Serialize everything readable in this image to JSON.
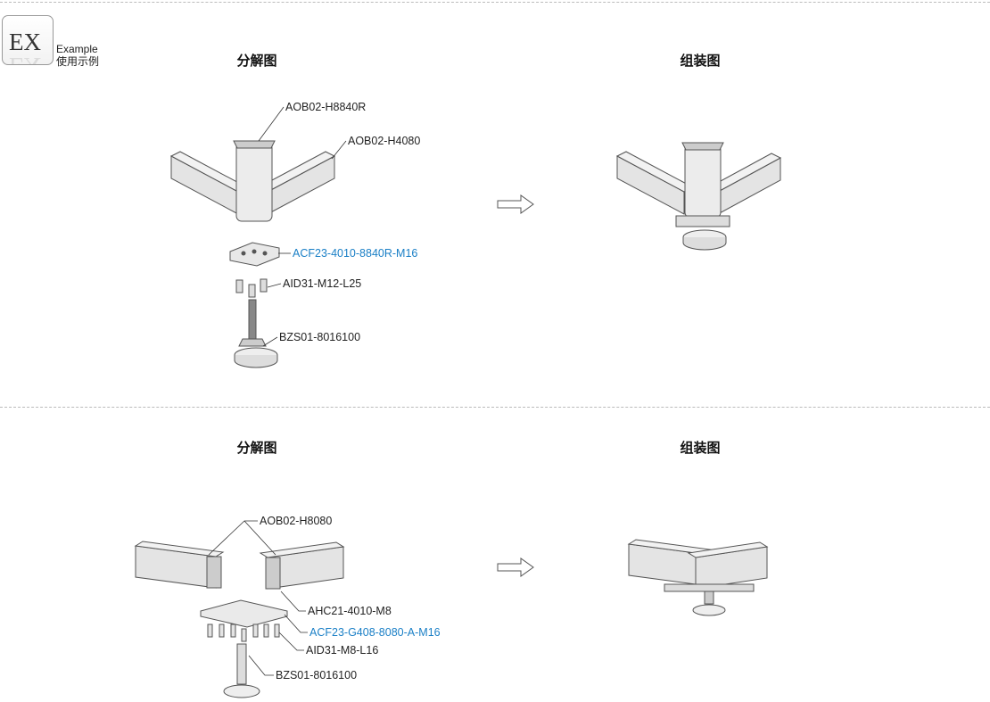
{
  "logo": {
    "text": "EX",
    "label_en": "Example",
    "label_cn": "使用示例"
  },
  "example1": {
    "exploded_title": "分解图",
    "assembled_title": "组装图",
    "parts": [
      "AOB02-H8840R",
      "AOB02-H4080",
      "ACF23-4010-8840R-M16",
      "AID31-M12-L25",
      "BZS01-8016100"
    ]
  },
  "example2": {
    "exploded_title": "分解图",
    "assembled_title": "组装图",
    "parts": [
      "AOB02-H8080",
      "AHC21-4010-M8",
      "ACF23-G408-8080-A-M16",
      "AID31-M8-L16",
      "BZS01-8016100"
    ]
  },
  "colors": {
    "link": "#1a7fc6",
    "text": "#222222",
    "divider": "#bbbbbb"
  }
}
